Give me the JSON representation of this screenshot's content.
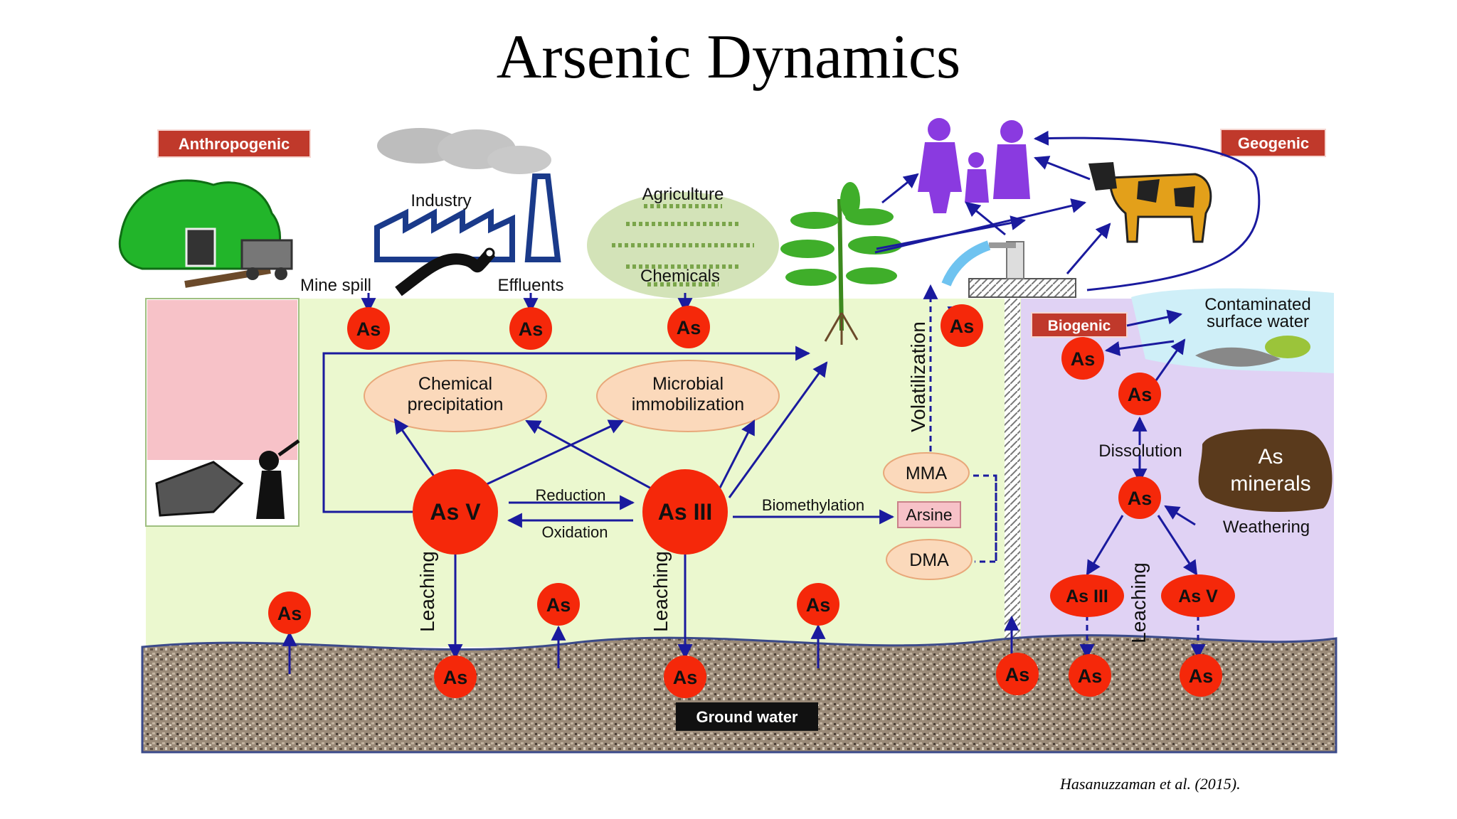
{
  "title": "Arsenic Dynamics",
  "citation": "Hasanuzzaman et al. (2015).",
  "tags": {
    "anthropogenic": "Anthropogenic",
    "geogenic": "Geogenic",
    "biogenic": "Biogenic",
    "ground_water": "Ground water"
  },
  "sources": {
    "industry": "Industry",
    "agriculture": "Agriculture",
    "mine_spill": "Mine spill",
    "effluents": "Effluents",
    "chemicals": "Chemicals"
  },
  "processes": {
    "chemical_precipitation": [
      "Chemical",
      "precipitation"
    ],
    "microbial_immobilization": [
      "Microbial",
      "immobilization"
    ],
    "reduction": "Reduction",
    "oxidation": "Oxidation",
    "biomethylation": "Biomethylation",
    "volatilization": "Volatilization",
    "leaching": "Leaching",
    "dissolution": "Dissolution",
    "weathering": "Weathering",
    "contaminated_surface_water": [
      "Contaminated",
      "surface water"
    ],
    "as_minerals": [
      "As",
      "minerals"
    ]
  },
  "species": {
    "as": "As",
    "as_v": "As V",
    "as_iii": "As III",
    "mma": "MMA",
    "arsine": "Arsine",
    "dma": "DMA"
  },
  "colors": {
    "soil": "#ebf8cf",
    "bio_zone": "#e0d2f4",
    "node_red": "#f5280a",
    "ellipse": "#fbd9bb",
    "arrow": "#1a1a9e",
    "tag_red": "#c0392b",
    "pink_box": "#f7c2c8"
  }
}
